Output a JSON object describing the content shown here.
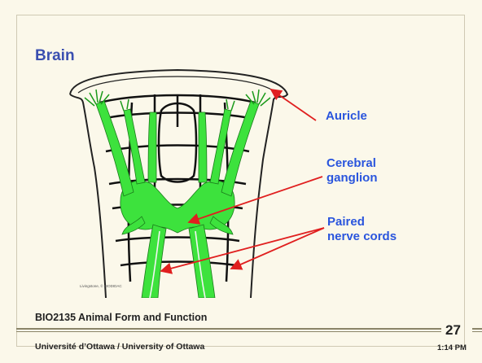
{
  "slide": {
    "title": "Brain",
    "labels": {
      "auricle": "Auricle",
      "cerebral_line1": "Cerebral",
      "cerebral_line2": "ganglion",
      "paired_line1": "Paired",
      "paired_line2": "nerve cords"
    },
    "figure_credit": "Livingstone, © BIODIDAC"
  },
  "footer": {
    "course": "BIO2135 Animal Form and Function",
    "university": "Université d’Ottawa / University of Ottawa",
    "page_number": "27",
    "time": "1:14 PM"
  },
  "colors": {
    "title": "#3a4fb0",
    "labels": "#2a55dd",
    "arrows": "#e01f1f",
    "nerve_tissue": "#3de23d",
    "background": "#fbf8ea"
  }
}
